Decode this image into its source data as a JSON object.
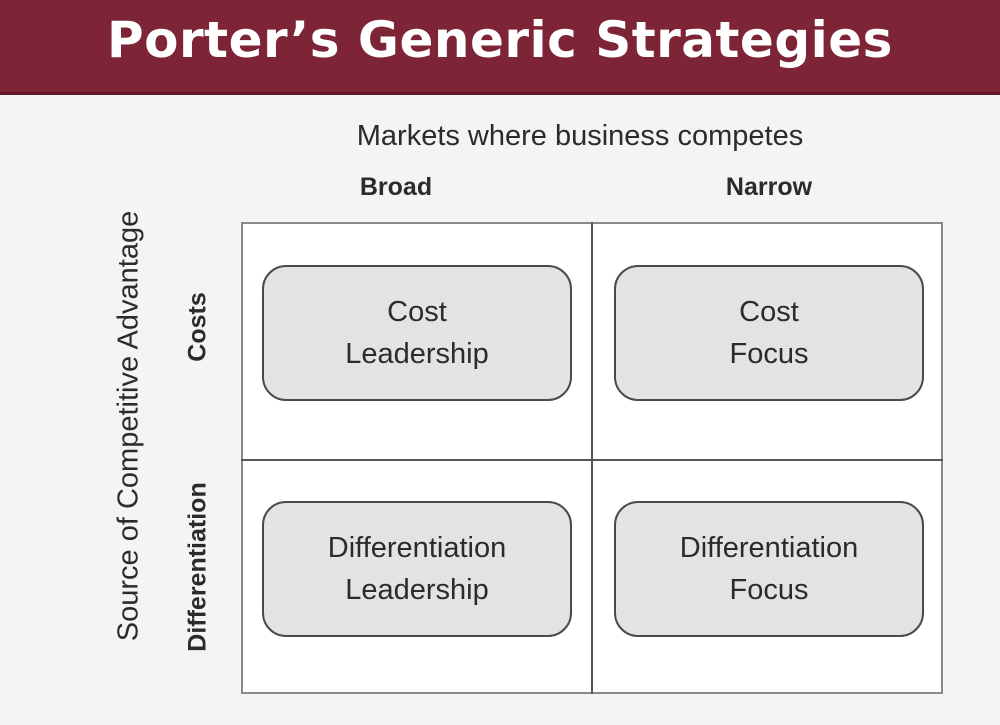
{
  "title": "Porter’s Generic Strategies",
  "x_axis_title": "Markets where business competes",
  "columns": [
    "Broad",
    "Narrow"
  ],
  "y_axis_title": "Source of Competitive Advantage",
  "rows": [
    "Costs",
    "Differentiation"
  ],
  "cells": [
    {
      "line1": "Cost",
      "line2": "Leadership"
    },
    {
      "line1": "Cost",
      "line2": "Focus"
    },
    {
      "line1": "Differentiation",
      "line2": "Leadership"
    },
    {
      "line1": "Differentiation",
      "line2": "Focus"
    }
  ],
  "colors": {
    "title_bar": "#7d2436",
    "cell_fill": "#e3e3e3",
    "background": "#f4f4f4"
  }
}
